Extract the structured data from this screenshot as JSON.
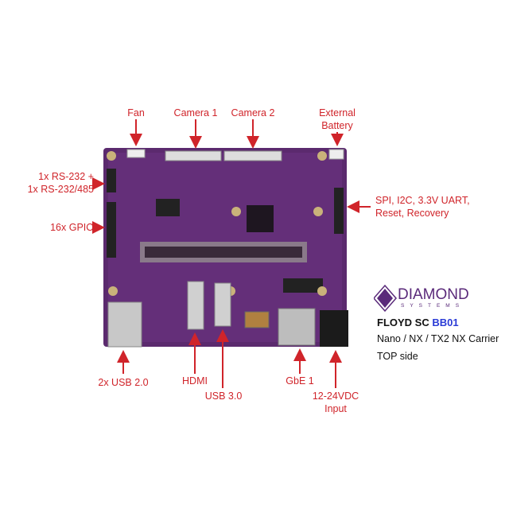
{
  "labels": {
    "fan": "Fan",
    "camera1": "Camera 1",
    "camera2": "Camera 2",
    "external_battery": [
      "External",
      "Battery"
    ],
    "rs232": [
      "1x RS-232 +",
      "1x RS-232/485"
    ],
    "gpio": "16x GPIO",
    "spi": [
      "SPI, I2C, 3.3V UART,",
      "Reset, Recovery"
    ],
    "usb2": "2x USB 2.0",
    "hdmi": "HDMI",
    "usb3": "USB 3.0",
    "gbe": "GbE 1",
    "power": [
      "12-24VDC",
      "Input"
    ]
  },
  "logo": {
    "word": "DIAMOND",
    "sub": "SYSTEMS"
  },
  "product": {
    "name": "FLOYD SC",
    "code": "BB01",
    "description": "Nano / NX / TX2 NX Carrier",
    "side": "TOP side"
  },
  "colors": {
    "label": "#d0242a",
    "board": "#5b2a6e",
    "code": "#2a3bd6",
    "logo": "#5a2a7a"
  }
}
